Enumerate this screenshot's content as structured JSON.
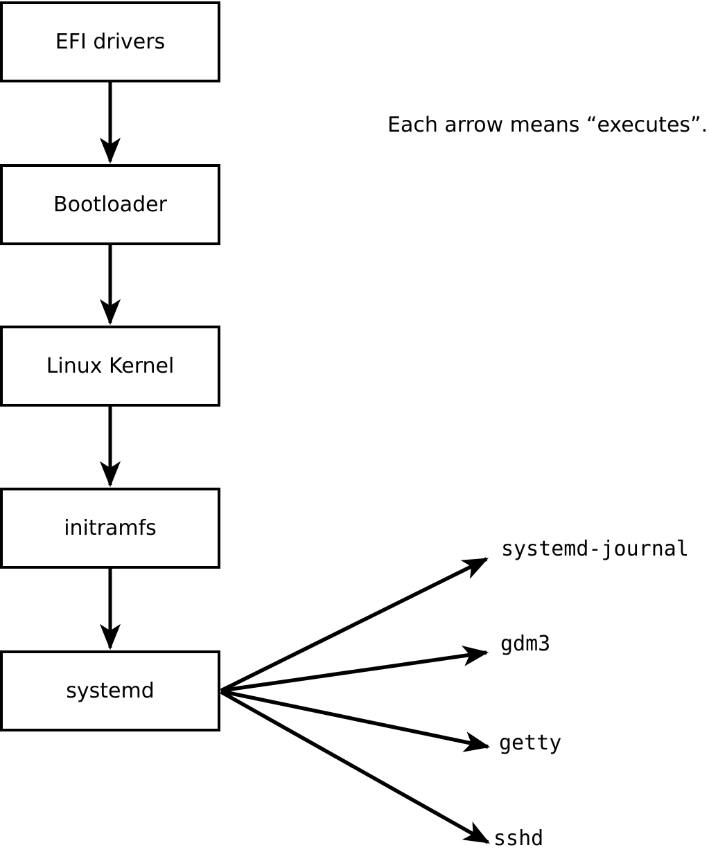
{
  "diagram": {
    "caption": "Each arrow means “executes”.",
    "chain": [
      {
        "label": "EFI drivers"
      },
      {
        "label": "Bootloader"
      },
      {
        "label": "Linux Kernel"
      },
      {
        "label": "initramfs"
      },
      {
        "label": "systemd"
      }
    ],
    "children": [
      {
        "label": "systemd-journal"
      },
      {
        "label": "gdm3"
      },
      {
        "label": "getty"
      },
      {
        "label": "sshd"
      }
    ],
    "colors": {
      "stroke": "#000000",
      "box_fill": "#ffffff",
      "background": "#ffffff"
    }
  }
}
